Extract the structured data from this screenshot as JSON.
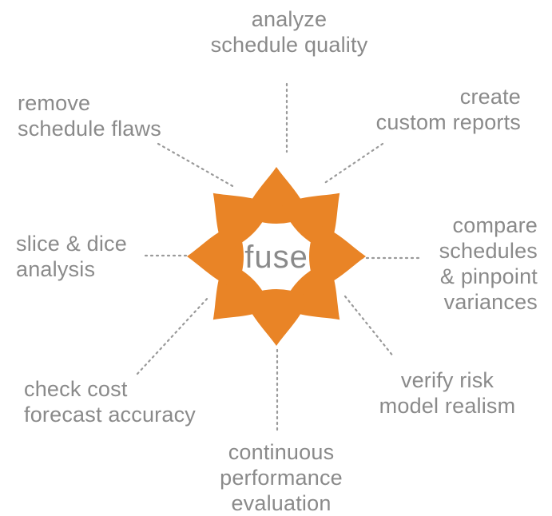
{
  "logo": {
    "text": "fuse",
    "petal_color": "#e98426",
    "text_color": "#8a8a8a"
  },
  "labels": [
    {
      "id": "analyze",
      "lines": [
        "analyze",
        "schedule quality"
      ]
    },
    {
      "id": "create",
      "lines": [
        "create",
        "custom reports"
      ]
    },
    {
      "id": "compare",
      "lines": [
        "compare",
        "schedules",
        "& pinpoint",
        "variances"
      ]
    },
    {
      "id": "verify",
      "lines": [
        "verify risk",
        "model realism"
      ]
    },
    {
      "id": "continuous",
      "lines": [
        "continuous",
        "performance",
        "evaluation"
      ]
    },
    {
      "id": "check",
      "lines": [
        "check cost",
        "forecast accuracy"
      ]
    },
    {
      "id": "slice",
      "lines": [
        "slice & dice",
        "analysis"
      ]
    },
    {
      "id": "remove",
      "lines": [
        "remove",
        "schedule flaws"
      ]
    }
  ],
  "connector_color": "#9a9a9a",
  "label_color": "#8a8a8a"
}
